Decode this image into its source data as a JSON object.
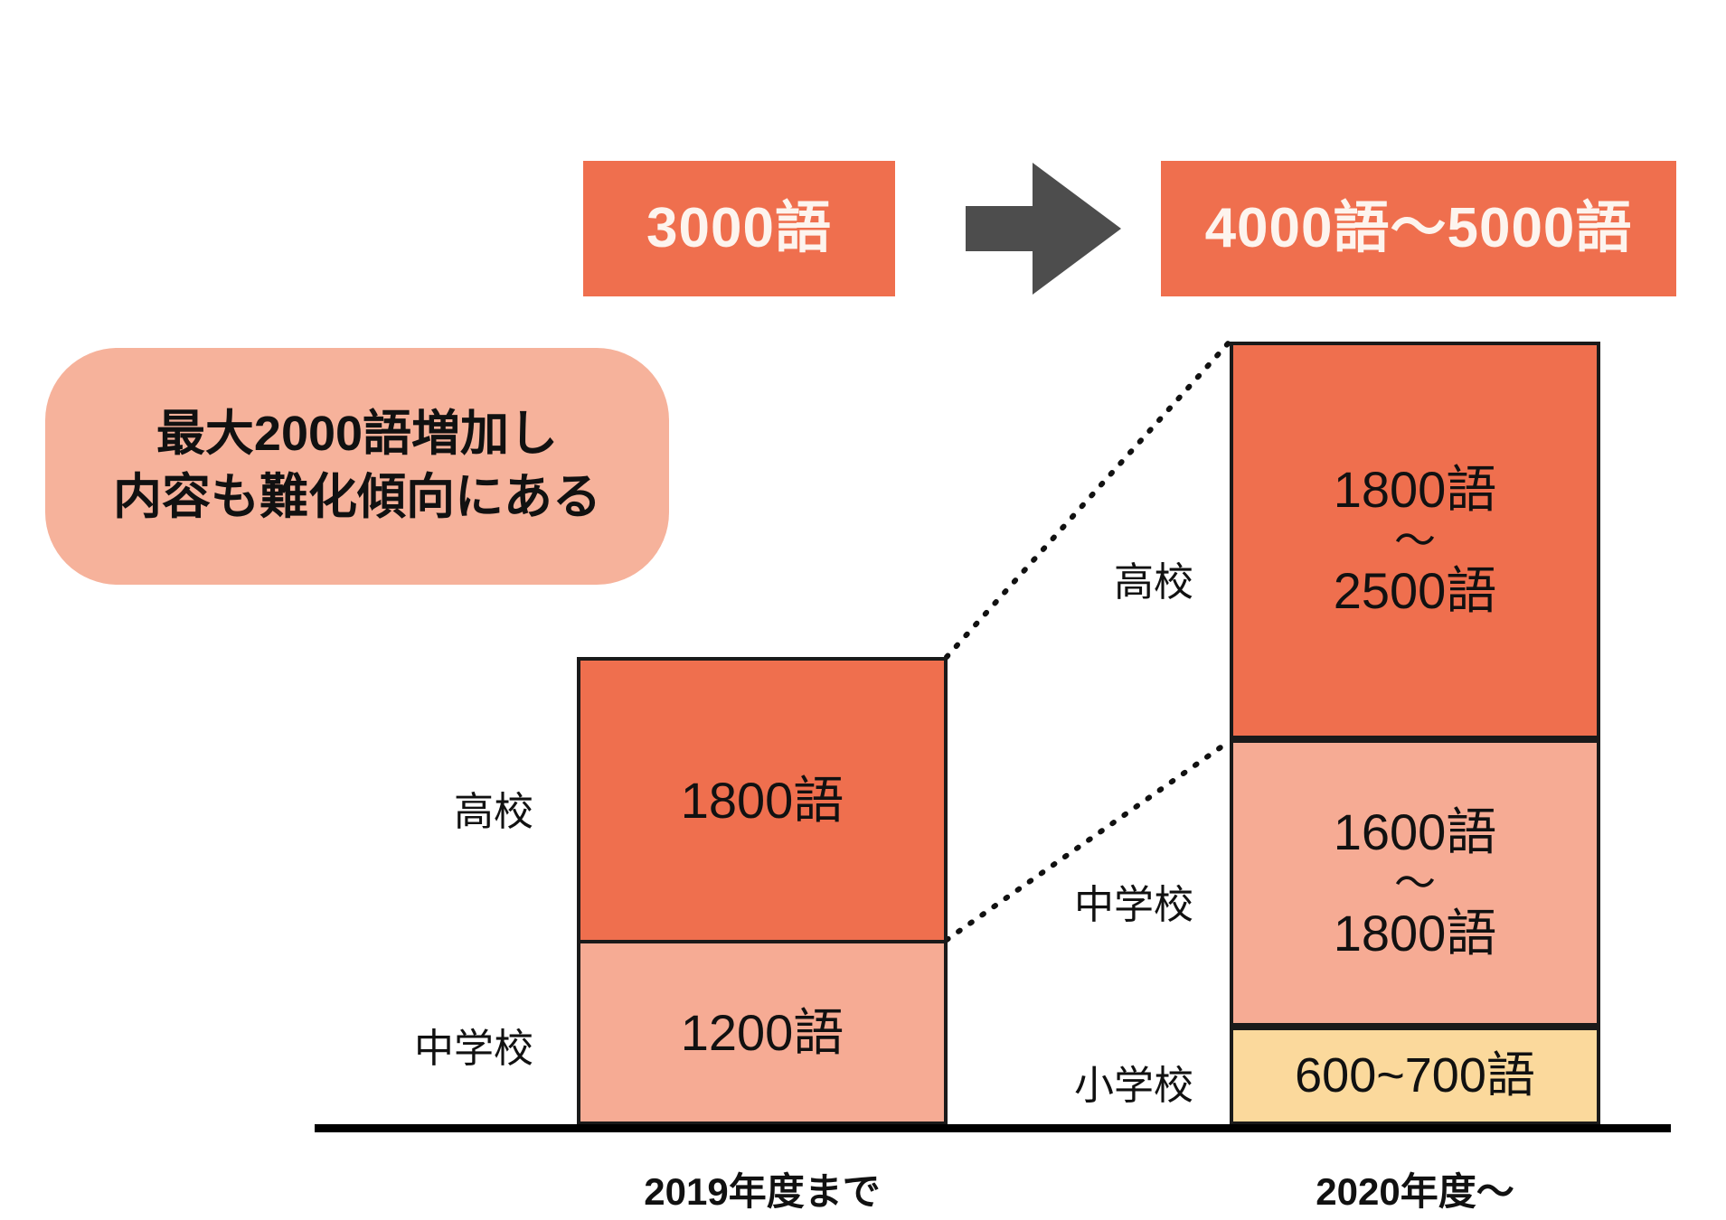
{
  "summary": {
    "before_label": "3000語",
    "after_label": "4000語～5000語",
    "arrow_icon": "right-arrow-icon"
  },
  "callout": {
    "line1": "最大2000語増加し",
    "line2": "内容も難化傾向にある"
  },
  "colors": {
    "high_school": "#ef6f4e",
    "junior_high": "#f6ab94",
    "elementary": "#fbd99c",
    "callout_bg": "#f6b29b",
    "arrow": "#4d4d4d",
    "outline": "#1a1a1a",
    "pill_text": "#fdf4ee"
  },
  "chart_data": {
    "type": "bar",
    "title": "",
    "xlabel": "",
    "ylabel": "",
    "categories": [
      "2019年度まで",
      "2020年度～"
    ],
    "series": [
      {
        "name": "高校",
        "values": [
          "1800語",
          "1800語 ～ 2500語"
        ],
        "numeric": [
          1800,
          2150
        ]
      },
      {
        "name": "中学校",
        "values": [
          "1200語",
          "1600語 ～ 1800語"
        ],
        "numeric": [
          1200,
          1700
        ]
      },
      {
        "name": "小学校",
        "values": [
          null,
          "600~700語"
        ],
        "numeric": [
          0,
          650
        ]
      }
    ],
    "stacks": [
      {
        "axis_label": "2019年度まで",
        "segments": [
          {
            "category": "高校",
            "label": "1800語",
            "value": 1800,
            "color": "#ef6f4e"
          },
          {
            "category": "中学校",
            "label": "1200語",
            "value": 1200,
            "color": "#f6ab94"
          }
        ]
      },
      {
        "axis_label": "2020年度～",
        "segments": [
          {
            "category": "高校",
            "label_top": "1800語",
            "tilde": "～",
            "label_bottom": "2500語",
            "value": 2150,
            "color": "#ef6f4e"
          },
          {
            "category": "中学校",
            "label_top": "1600語",
            "tilde": "～",
            "label_bottom": "1800語",
            "value": 1700,
            "color": "#f6ab94"
          },
          {
            "category": "小学校",
            "label": "600~700語",
            "value": 650,
            "color": "#fbd99c"
          }
        ]
      }
    ]
  },
  "labels": {
    "left_high_school": "高校",
    "left_junior_high": "中学校",
    "right_high_school": "高校",
    "right_junior_high": "中学校",
    "right_elementary": "小学校",
    "axis_left": "2019年度まで",
    "axis_right": "2020年度～"
  },
  "values": {
    "left_high_school": "1800語",
    "left_junior_high": "1200語",
    "right_hs_top": "1800語",
    "right_hs_tilde": "～",
    "right_hs_bottom": "2500語",
    "right_jh_top": "1600語",
    "right_jh_tilde": "～",
    "right_jh_bottom": "1800語",
    "right_elementary": "600~700語"
  }
}
